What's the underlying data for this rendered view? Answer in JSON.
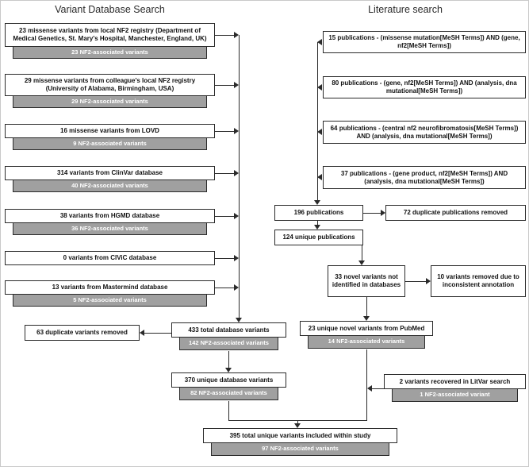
{
  "titles": {
    "left": "Variant Database Search",
    "right": "Literature search"
  },
  "database_search": {
    "sources": [
      {
        "label": "23 missense variants from local NF2 registry (Department of Medical Genetics, St. Mary's Hospital, Manchester, England, UK)",
        "sub": "23 NF2-associated variants"
      },
      {
        "label": "29 missense variants from colleague's local NF2 registry (University of Alabama, Birmingham, USA)",
        "sub": "29 NF2-associated variants"
      },
      {
        "label": "16 missense variants from LOVD",
        "sub": "9 NF2-associated variants"
      },
      {
        "label": "314 variants from ClinVar database",
        "sub": "40 NF2-associated variants"
      },
      {
        "label": "38 variants from HGMD database",
        "sub": "36 NF2-associated variants"
      },
      {
        "label": "0 variants from CIViC database"
      },
      {
        "label": "13 variants from Mastermind database",
        "sub": "5 NF2-associated variants"
      }
    ],
    "duplicates_removed": "63 duplicate variants removed",
    "total": {
      "label": "433 total database variants",
      "sub": "142 NF2-associated variants"
    },
    "unique": {
      "label": "370 unique database variants",
      "sub": "82 NF2-associated variants"
    }
  },
  "literature_search": {
    "queries": [
      {
        "label": "15 publications - (missense mutation[MeSH Terms]) AND (gene, nf2[MeSH Terms])"
      },
      {
        "label": "80 publications - (gene, nf2[MeSH Terms]) AND (analysis, dna mutational[MeSH Terms])"
      },
      {
        "label": "64 publications - (central nf2 neurofibromatosis[MeSH Terms]) AND (analysis, dna mutational[MeSH Terms])"
      },
      {
        "label": "37 publications - (gene product, nf2[MeSH Terms]) AND (analysis, dna mutational[MeSH Terms])"
      }
    ],
    "total_publications": "196 publications",
    "duplicate_publications_removed": "72 duplicate publications removed",
    "unique_publications": "124 unique publications",
    "novel_variants": "33 novel variants not identified in databases",
    "removed_inconsistent": "10 variants removed due to inconsistent annotation",
    "pubmed_novel": {
      "label": "23 unique novel variants from PubMed",
      "sub": "14 NF2-associated variants"
    },
    "litvar": {
      "label": "2 variants recovered in LitVar search",
      "sub": "1 NF2-associated variant"
    }
  },
  "result": {
    "final": {
      "label": "395 total unique variants included within study",
      "sub": "97 NF2-associated variants"
    }
  },
  "colors": {
    "box_border": "#2a2a2a",
    "gray_fill": "#a0a0a0",
    "gray_text": "#ffffff",
    "background": "#ffffff"
  }
}
